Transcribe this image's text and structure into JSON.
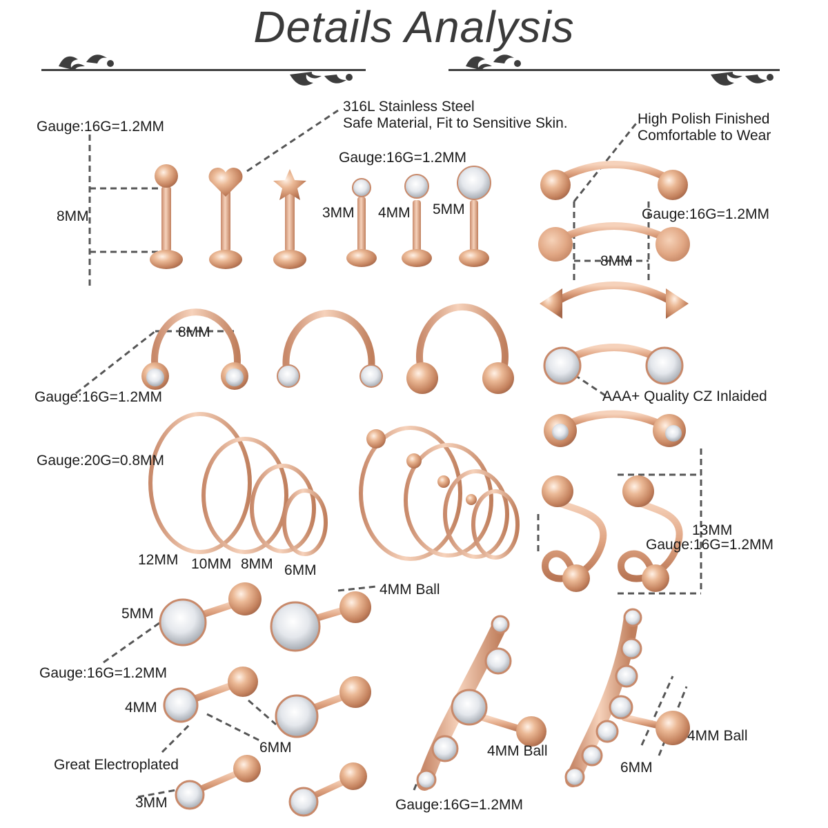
{
  "title": "Details Analysis",
  "labels": {
    "gauge_16g_top_left": "Gauge:16G=1.2MM",
    "len_8mm_left": "8MM",
    "steel_line1": "316L Stainless Steel",
    "steel_line2": "Safe Material, Fit to Sensitive Skin.",
    "gauge_16g_top_mid": "Gauge:16G=1.2MM",
    "size_3mm": "3MM",
    "size_4mm": "4MM",
    "size_5mm": "5MM",
    "polish_line1": "High Polish Finished",
    "polish_line2": "Comfortable to Wear",
    "gauge_16g_right": "Gauge:16G=1.2MM",
    "len_8mm_right": "8MM",
    "horseshoe_8mm": "8MM",
    "gauge_16g_horseshoe": "Gauge:16G=1.2MM",
    "cz_quality": "AAA+ Quality CZ Inlaided",
    "gauge_20g": "Gauge:20G=0.8MM",
    "ring_12mm": "12MM",
    "ring_10mm": "10MM",
    "ring_8mm": "8MM",
    "ring_6mm": "6MM",
    "spiral_13mm": "13MM",
    "gauge_16g_spiral": "Gauge:16G=1.2MM",
    "stud_5mm": "5MM",
    "ball_4mm_top": "4MM Ball",
    "gauge_16g_studs": "Gauge:16G=1.2MM",
    "stud_4mm": "4MM",
    "stud_6mm": "6MM",
    "electroplated": "Great Electroplated",
    "stud_3mm": "3MM",
    "ball_4mm_mid": "4MM Ball",
    "ball_4mm_right": "4MM Ball",
    "climber_6mm": "6MM",
    "gauge_16g_bottom": "Gauge:16G=1.2MM"
  },
  "colors": {
    "rose_gold": "#e2a985",
    "rose_gold_dark": "#b97552",
    "rose_gold_light": "#f7d6bf",
    "dash": "#555555",
    "ornament": "#3d3d3d",
    "crystal": "#eef0f4"
  }
}
